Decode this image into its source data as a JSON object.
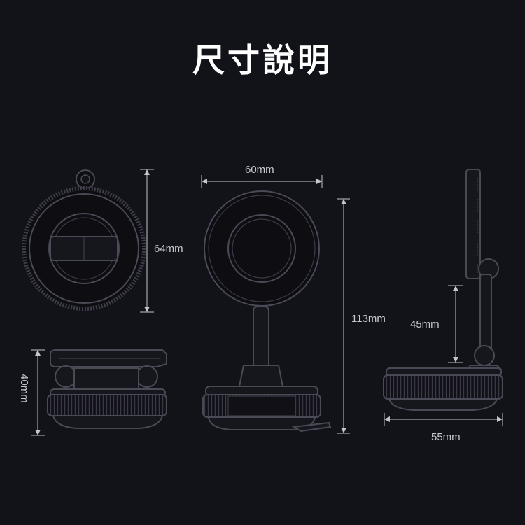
{
  "title": "尺寸說明",
  "dimensions": {
    "height_front": "64mm",
    "width_side": "60mm",
    "height_total": "113mm",
    "arm_height": "45mm",
    "base_width": "55mm",
    "base_height": "40mm"
  },
  "colors": {
    "background": "#121219",
    "outline": "#4a4a56",
    "dimension": "#c4c4cc",
    "title": "#ffffff"
  }
}
